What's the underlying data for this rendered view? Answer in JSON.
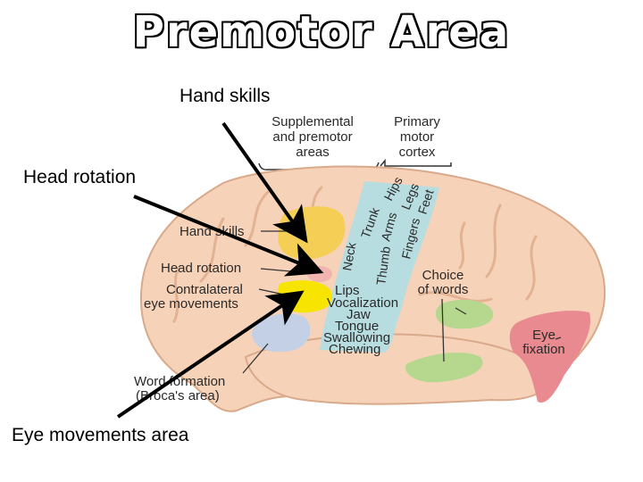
{
  "title": "Premotor Area",
  "callouts": {
    "hand_skills": "Hand skills",
    "head_rotation": "Head rotation",
    "eye_movements": "Eye movements area"
  },
  "diagram": {
    "supplemental_header": [
      "Supplemental",
      "and premotor",
      "areas"
    ],
    "primary_header": [
      "Primary",
      "motor",
      "cortex"
    ],
    "region_labels": {
      "hand_skills": "Hand skills",
      "head_rotation": "Head rotation",
      "contralateral_eye": [
        "Contralateral",
        "eye movements"
      ],
      "word_formation": [
        "Word formation",
        "(Broca's area)"
      ],
      "choice_of_words": [
        "Choice",
        "of words"
      ],
      "eye_fixation": [
        "Eye",
        "fixation"
      ]
    },
    "motor_strip_labels": {
      "hips": "Hips",
      "legs": "Legs",
      "feet": "Feet",
      "trunk": "Trunk",
      "arms": "Arms",
      "fingers": "Fingers",
      "neck": "Neck",
      "thumb": "Thumb",
      "lips": "Lips",
      "vocalization": "Vocalization",
      "jaw": "Jaw",
      "tongue": "Tongue",
      "swallowing": "Swallowing",
      "chewing": "Chewing"
    }
  },
  "colors": {
    "brain_fill": "#f6d2b8",
    "brain_outline": "#d8a98a",
    "gyri": "#e2b292",
    "motor_strip": "#b8dde0",
    "hand_area": "#f5cf55",
    "head_area": "#f2b4b0",
    "eye_area": "#f7e400",
    "broca_area": "#c3d0e6",
    "choice_words": "#b6d88e",
    "eye_fixation": "#e88a8f"
  }
}
